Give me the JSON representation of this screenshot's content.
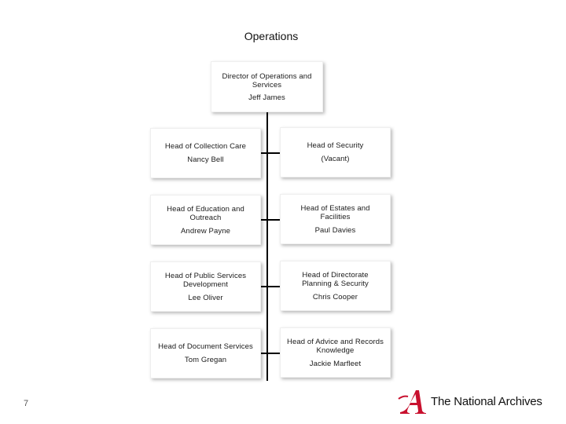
{
  "slide": {
    "title": "Operations",
    "page_number": "7",
    "logo_text": "The National Archives",
    "accent_color": "#c8102e"
  },
  "org": {
    "director": {
      "role": "Director of Operations and Services",
      "name": "Jeff James"
    },
    "left": [
      {
        "role": "Head of Collection Care",
        "name": "Nancy Bell"
      },
      {
        "role": "Head of Education and Outreach",
        "name": "Andrew Payne"
      },
      {
        "role": "Head of Public Services Development",
        "name": "Lee Oliver"
      },
      {
        "role": "Head of Document Services",
        "name": "Tom Gregan"
      }
    ],
    "right": [
      {
        "role": "Head of Security",
        "name": "(Vacant)"
      },
      {
        "role": "Head of Estates and Facilities",
        "name": "Paul Davies"
      },
      {
        "role": "Head of Directorate Planning & Security",
        "name": "Chris Cooper"
      },
      {
        "role": "Head of Advice and Records Knowledge",
        "name": "Jackie Marfleet"
      }
    ]
  }
}
